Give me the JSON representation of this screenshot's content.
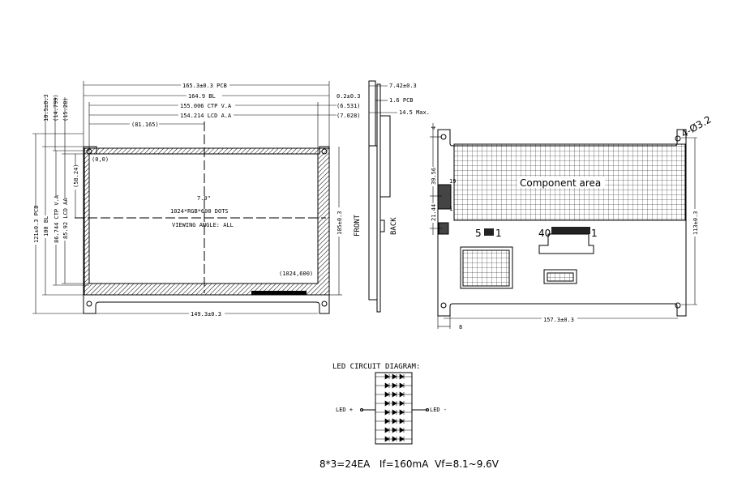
{
  "front_view": {
    "dims_top": [
      "165.3±0.3 PCB",
      "164.9 BL",
      "155.006 CTP V.A",
      "154.214 LCD A.A",
      "(81.165)"
    ],
    "dims_right_top": [
      "0.2±0.3",
      "(6.531)",
      "(7.028)"
    ],
    "dims_left_small": [
      "10.5±0.3",
      "(14.799)",
      "(15.28)"
    ],
    "dims_left": [
      "121±0.3 PCB",
      "100 BL",
      "86.744 CTP V.A",
      "85.92 LCD AA",
      "(58.24)"
    ],
    "dim_right": "105±0.3",
    "dim_bottom": "149.3±0.3",
    "origin_label": "(0,0)",
    "end_label": "(1024,600)",
    "size_label": "7.0\"",
    "resolution_label": "1024*RGB*600 DOTS",
    "viewing_angle_label": "VIEWING ANGLE: ALL",
    "front_label": "FRONT"
  },
  "side_view": {
    "dims": [
      "7.42±0.3",
      "1.6 PCB",
      "14.5 Max."
    ],
    "back_label": "BACK"
  },
  "back_view": {
    "component_area_label": "Component area",
    "hole_label": "4-Ø3.2",
    "dim_right": "113±0.3",
    "dim_bottom": "157.3±0.3",
    "dim_offset": "8",
    "dims_left": [
      "4",
      "39.56",
      "21.44"
    ],
    "connector_pins": [
      "19",
      "1",
      "5",
      "1",
      "40",
      "1"
    ]
  },
  "led_circuit": {
    "title": "LED CIRCUIT DIAGRAM:",
    "plus_label": "LED +",
    "minus_label": "LED -",
    "spec": "8*3=24EA   If=160mA  Vf=8.1~9.6V"
  }
}
